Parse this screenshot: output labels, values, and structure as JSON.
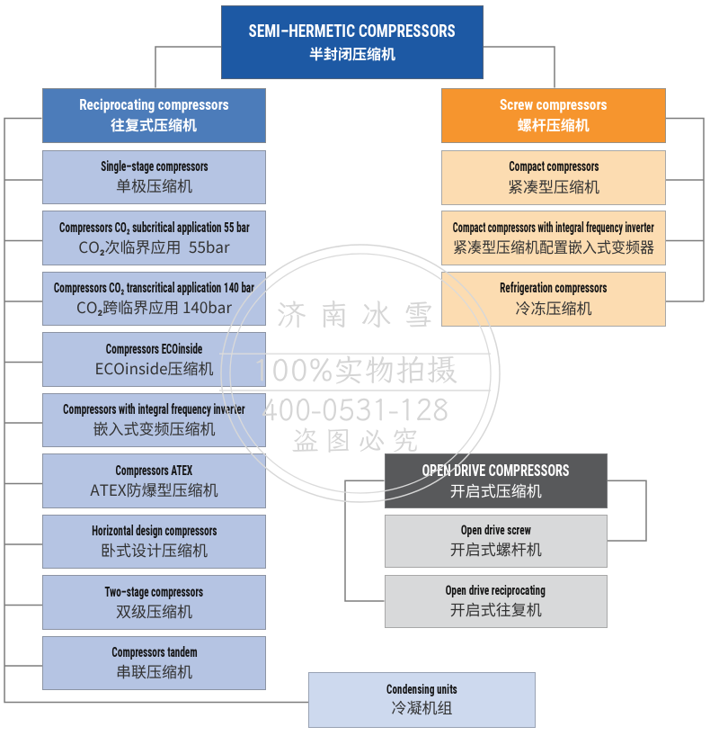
{
  "title": "Compressor product family diagram",
  "palette": {
    "root_blue": "#1d59a4",
    "recip_blue": "#4c7cba",
    "recip_child_blue": "#b5c4e3",
    "screw_orange": "#f6952e",
    "screw_child_orange": "#fcdcb1",
    "open_drive_gray": "#58595b",
    "open_child_gray": "#d8d9da",
    "condensing_blue": "#cdd9ee",
    "connector_gray": "#7d7d7d"
  },
  "root": {
    "en": "SEMI–HERMETIC COMPRESSORS",
    "zh": "半封闭压缩机"
  },
  "left": {
    "header": {
      "en": "Reciprocating compressors",
      "zh": "往复式压缩机"
    },
    "children": [
      {
        "en": "Single–stage compressors",
        "zh": "单极压缩机"
      },
      {
        "en": "Compressors CO₂ subcritical application 55 bar",
        "zh": "CO₂次临界应用 55bar"
      },
      {
        "en": "Compressors CO₂ transcritical application 140 bar",
        "zh": "CO₂跨临界应用 140bar"
      },
      {
        "en": "Compressors ECOinside",
        "zh": "ECOinside压缩机"
      },
      {
        "en": "Compressors with integral frequency inverter",
        "zh": "嵌入式变频压缩机"
      },
      {
        "en": "Compressors ATEX",
        "zh": "ATEX防爆型压缩机"
      },
      {
        "en": "Horizontal design compressors",
        "zh": "卧式设计压缩机"
      },
      {
        "en": "Two–stage compressors",
        "zh": "双级压缩机"
      },
      {
        "en": "Compressors tandem",
        "zh": "串联压缩机"
      }
    ]
  },
  "right": {
    "header": {
      "en": "Screw compressors",
      "zh": "螺杆压缩机"
    },
    "children": [
      {
        "en": "Compact compressors",
        "zh": "紧凑型压缩机"
      },
      {
        "en": "Compact compressors with integral frequency inverter",
        "zh": "紧凑型压缩机配置嵌入式变频器"
      },
      {
        "en": "Refrigeration compressors",
        "zh": "冷冻压缩机"
      }
    ]
  },
  "open_drive": {
    "header": {
      "en": "OPEN DRIVE COMPRESSORS",
      "zh": "开启式压缩机"
    },
    "children": [
      {
        "en": "Open drive screw",
        "zh": "开启式螺杆机"
      },
      {
        "en": "Open drive reciprocating",
        "zh": "开启式往复机"
      }
    ]
  },
  "condensing": {
    "en": "Condensing units",
    "zh": "冷凝机组"
  },
  "watermark": {
    "line1": "济南冰雪",
    "line2": "100%实物拍摄",
    "line3": "400−0531−128",
    "line4": "盗图必究"
  }
}
